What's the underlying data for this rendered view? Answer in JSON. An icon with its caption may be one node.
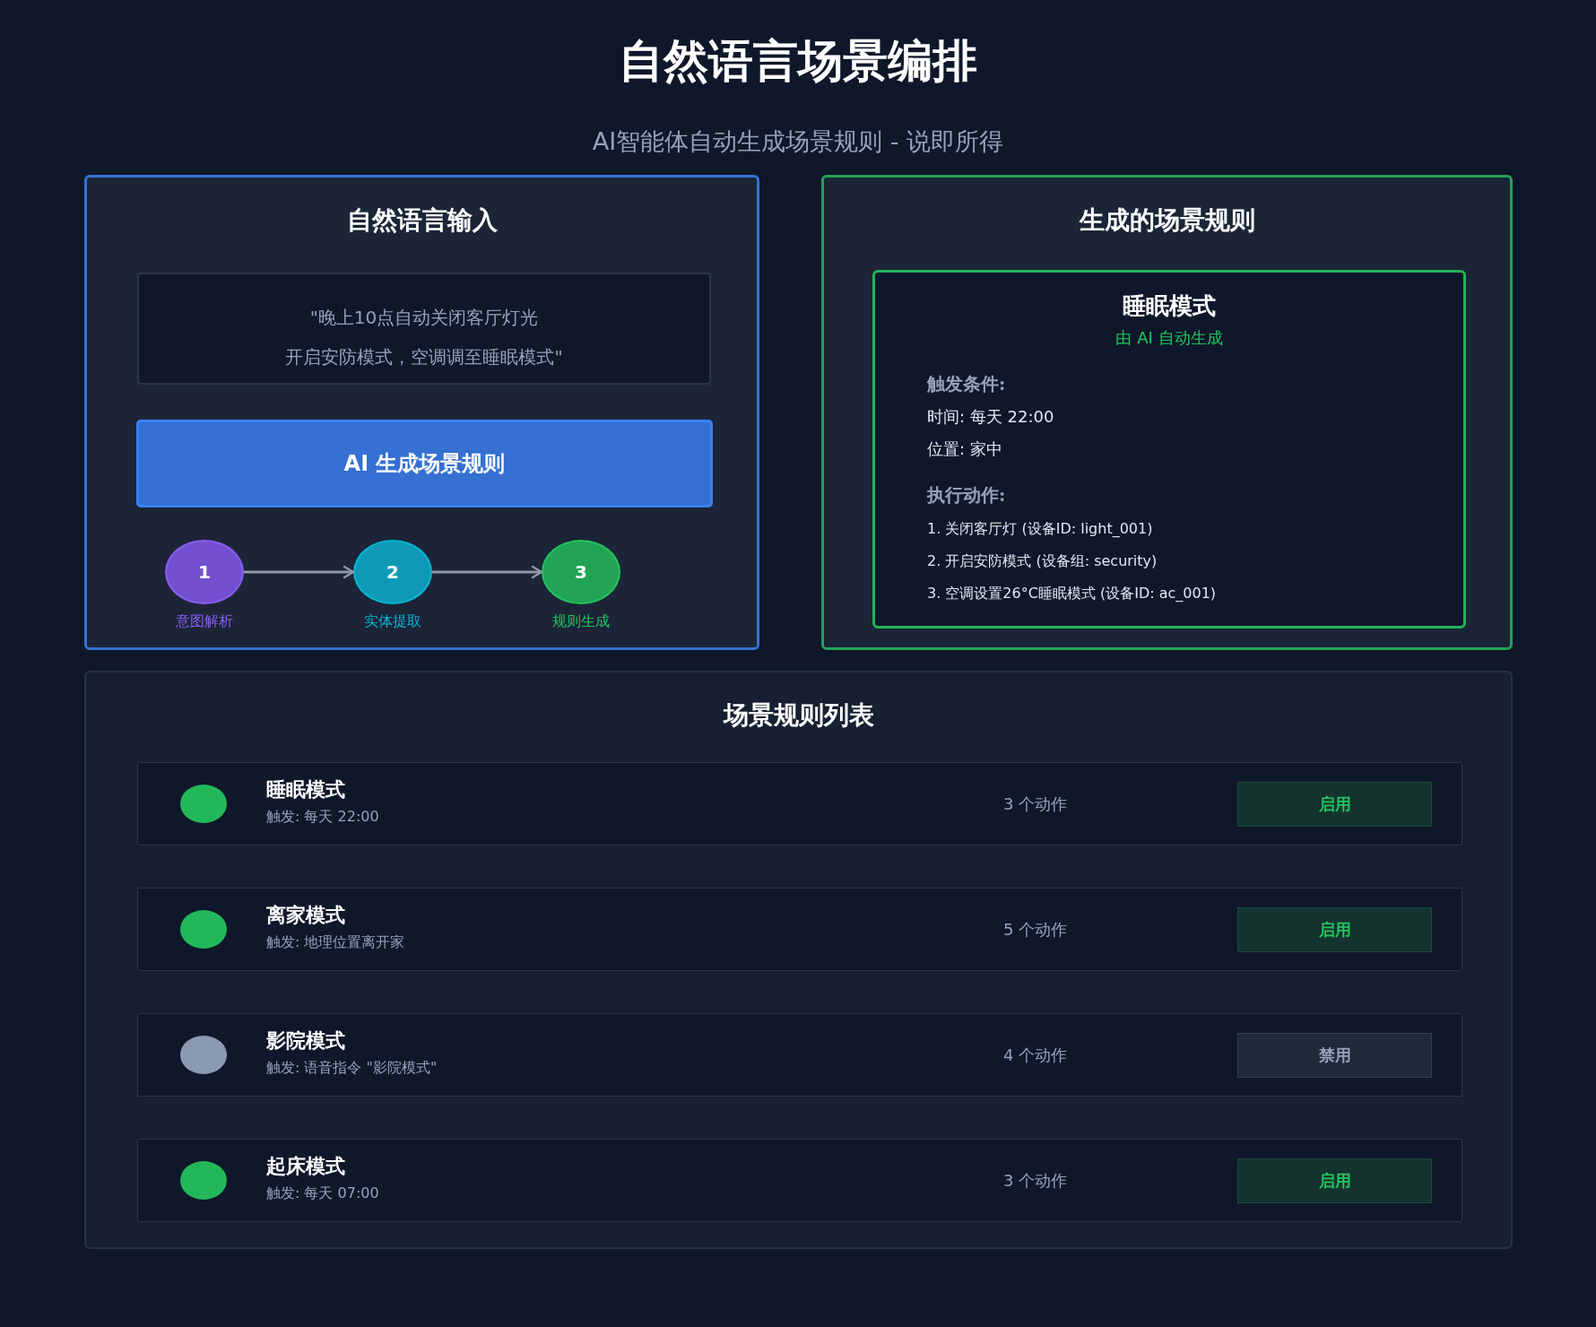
{
  "diagram": {
    "title": "自然语言场景编排",
    "nodes": [
      {
        "text": [
          "自然语言输入"
        ]
      },
      {
        "text": [
          "\"晚上10点自动关闭客厅灯光",
          "开启安防模式，空调调至睡眠模式\""
        ],
        "in": 0
      },
      {
        "text": [
          "AI 生成场景规则"
        ],
        "in": 0
      },
      {
        "text": [
          "1"
        ],
        "in": 0,
        "beside": [
          "意图解析"
        ]
      },
      {
        "text": [
          "2"
        ],
        "in": 0,
        "beside": [
          "实体提取"
        ]
      },
      {
        "text": [
          "3"
        ],
        "in": 0,
        "beside": [
          "规则生成"
        ]
      },
      {
        "text": [
          "生成的场景规则"
        ]
      },
      {
        "text": [
          "睡眠模式",
          "由 AI 自动生成",
          "触发条件:",
          "时间: 每天 22:00",
          "位置: 家中",
          "执行动作:",
          "1. 关闭客厅灯 (设备ID: light_001)",
          "2. 开启安防模式 (设备组: security)",
          "3. 空调设置26°C睡眠模式 (设备ID: ac_001)"
        ],
        "in": 6
      },
      {
        "text": [
          "场景规则列表"
        ]
      },
      {
        "text": [
          "睡眠模式",
          "触发: 每天 22:00",
          "3 个动作"
        ],
        "in": 8
      },
      {
        "text": [
          "启用"
        ],
        "in": 9
      },
      {
        "text": [
          "离家模式",
          "触发: 地理位置离开家",
          "5 个动作"
        ],
        "in": 8
      },
      {
        "text": [
          "启用"
        ],
        "in": 11
      },
      {
        "text": [
          "影院模式",
          "触发: 语音指令 \"影院模式\"",
          "4 个动作"
        ],
        "in": 8
      },
      {
        "text": [
          "禁用"
        ],
        "in": 13
      },
      {
        "text": [
          "起床模式",
          "触发: 每天 07:00",
          "3 个动作"
        ],
        "in": 8
      },
      {
        "text": [
          "启用"
        ],
        "in": 15
      }
    ],
    "edges": [
      {
        "from": 3,
        "to": 4,
        "arrow": "to"
      },
      {
        "from": 4,
        "to": 5,
        "arrow": "to"
      }
    ],
    "labels": [
      "AI智能体自动生成场景规则 - 说即所得"
    ]
  }
}
